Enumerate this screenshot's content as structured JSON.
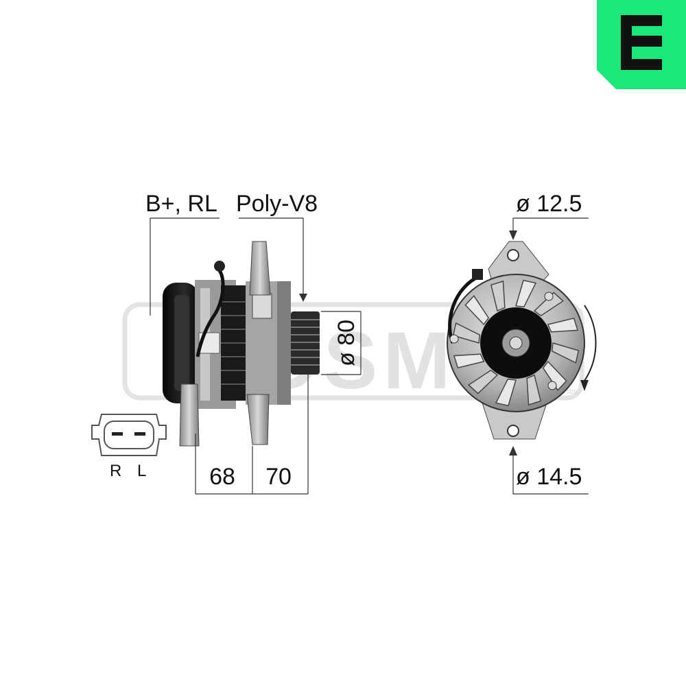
{
  "brand": {
    "logo_letter": "E",
    "logo_color": "#19e87a"
  },
  "watermark": {
    "text": "MOSMO",
    "subtext": "Automotive Industry"
  },
  "side_view": {
    "connector_label": "B+, RL",
    "pulley_label": "Poly-V8",
    "pulley_diameter": "ø 80",
    "dim_rear": "68",
    "dim_front": "70"
  },
  "plug": {
    "pin_left": "R",
    "pin_right": "L"
  },
  "front_view": {
    "top_hole": "ø 12.5",
    "bottom_hole": "ø 14.5",
    "rotation": "clockwise"
  },
  "colors": {
    "line": "#222222",
    "body_dark": "#111111",
    "metal": "#bfbfbf",
    "watermark": "#e2e2e2"
  }
}
